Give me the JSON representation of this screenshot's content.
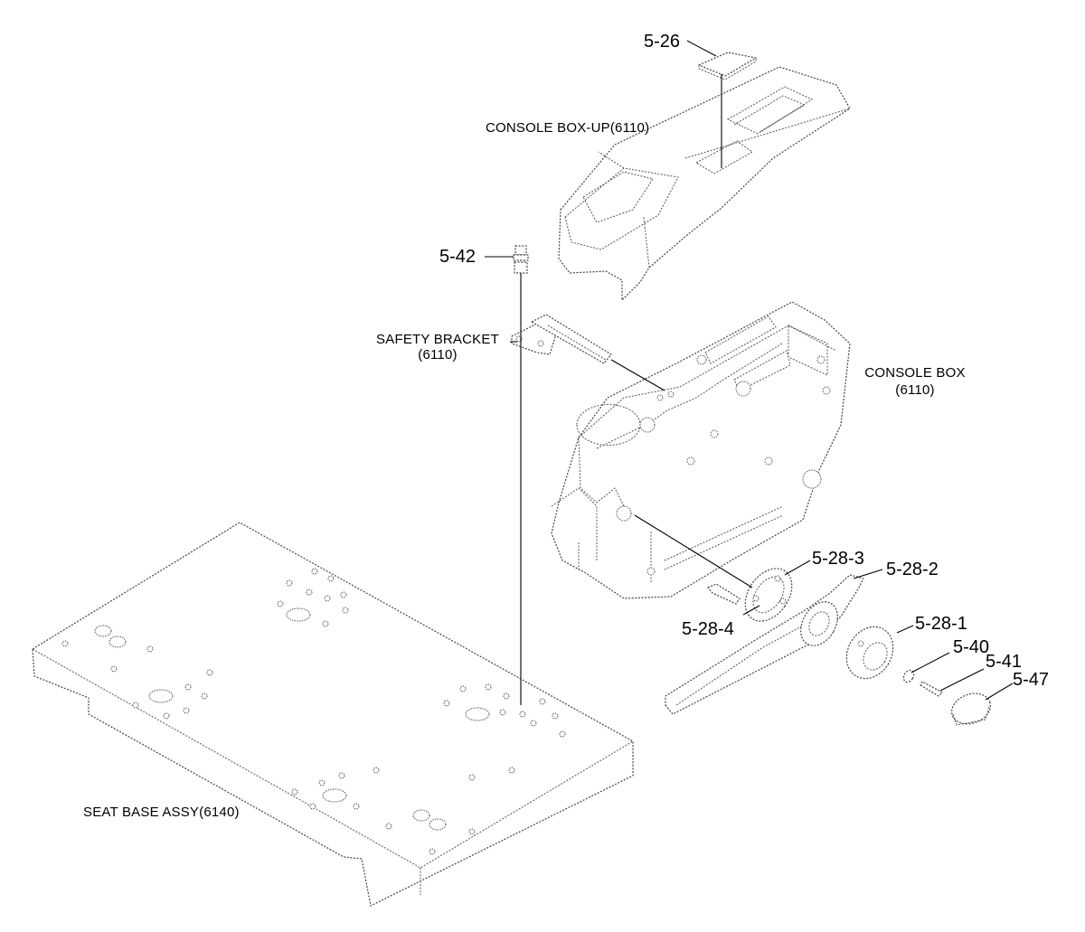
{
  "labels": {
    "console_box_up": "CONSOLE BOX-UP(6110)",
    "safety_bracket_line1": "SAFETY BRACKET",
    "safety_bracket_line2": "(6110)",
    "console_box_line1": "CONSOLE BOX",
    "console_box_line2": "(6110)",
    "seat_base_assy": "SEAT BASE ASSY(6140)"
  },
  "part_numbers": {
    "p_5_26": "5-26",
    "p_5_42": "5-42",
    "p_5_28_3": "5-28-3",
    "p_5_28_2": "5-28-2",
    "p_5_28_4": "5-28-4",
    "p_5_28_1": "5-28-1",
    "p_5_40": "5-40",
    "p_5_41": "5-41",
    "p_5_47": "5-47"
  },
  "colors": {
    "line": "#444444",
    "text": "#000000",
    "background": "#ffffff"
  }
}
